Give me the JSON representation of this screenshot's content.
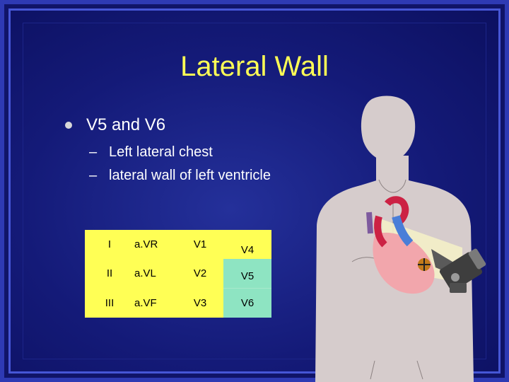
{
  "slide": {
    "title": "Lateral Wall",
    "bullet": "V5 and V6",
    "sub_bullets": [
      "Left lateral chest",
      "lateral wall of left ventricle"
    ]
  },
  "lead_table": {
    "rows": [
      [
        "I",
        "a.VR",
        "V1",
        "V4"
      ],
      [
        "II",
        "a.VL",
        "V2",
        "V5"
      ],
      [
        "III",
        "a.VF",
        "V3",
        "V6"
      ]
    ],
    "highlighted": [
      "V5",
      "V6"
    ],
    "colors": {
      "background": "#ffff55",
      "highlight": "#8ee4c2"
    }
  },
  "illustration": {
    "description_icon": "torso-heart-camera-icon"
  },
  "colors": {
    "title": "#ffff55",
    "text": "#ffffff",
    "background": "#141a78"
  }
}
